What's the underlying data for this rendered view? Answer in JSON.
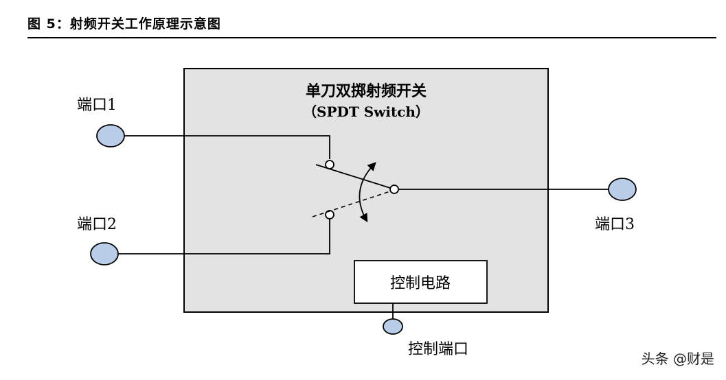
{
  "figure": {
    "title": "图 5：射频开关工作原理示意图"
  },
  "switch_box": {
    "title": "单刀双掷射频开关",
    "subtitle": "（SPDT Switch）",
    "control_circuit": "控制电路"
  },
  "ports": {
    "port1": "端口1",
    "port2": "端口2",
    "port3": "端口3",
    "control_port": "控制端口"
  },
  "watermark": "头条 @财是",
  "colors": {
    "box_fill": "#e3e3e3",
    "port_fill": "#b9cde9",
    "line": "#000000"
  }
}
